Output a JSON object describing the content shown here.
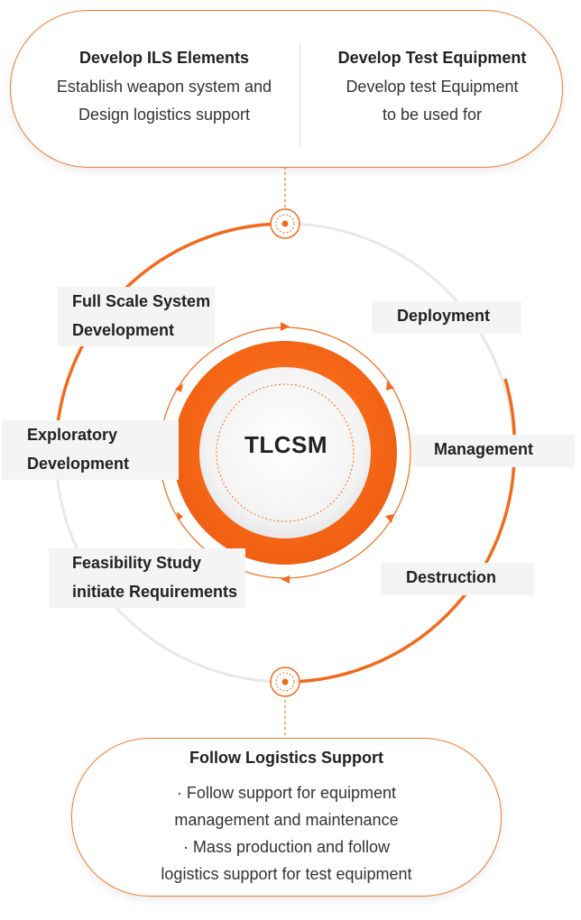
{
  "top_box": {
    "left": {
      "heading": "Develop ILS Elements",
      "lines": [
        "Establish weapon system and",
        "Design logistics support"
      ]
    },
    "right": {
      "heading": "Develop Test Equipment",
      "lines": [
        "Develop test Equipment",
        "to be used for"
      ]
    }
  },
  "center": {
    "title": "TLCSM"
  },
  "stages": {
    "full_scale": [
      "Full Scale System",
      "Development"
    ],
    "exploratory": [
      "Exploratory",
      "Development"
    ],
    "feasibility": [
      "Feasibility Study",
      "initiate Requirements"
    ],
    "deployment": "Deployment",
    "management": "Management",
    "destruction": "Destruction"
  },
  "bottom_box": {
    "heading": "Follow Logistics Support",
    "lines": [
      "· Follow support for equipment",
      "management and maintenance",
      "· Mass production and follow",
      "logistics support for test equipment"
    ]
  },
  "colors": {
    "accent": "#f26a1b",
    "ring_grey": "#e6e6e6",
    "label_bg": "#f4f4f4"
  }
}
